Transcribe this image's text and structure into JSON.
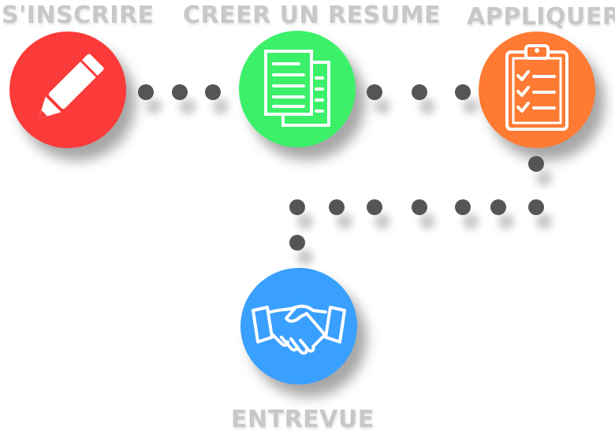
{
  "steps": {
    "register": {
      "label": "S'INSCRIRE",
      "icon": "pencil-icon",
      "color": "#fb3a3a"
    },
    "resume": {
      "label": "CREER UN RESUME",
      "icon": "documents-icon",
      "color": "#3cf06a"
    },
    "apply": {
      "label": "APPLIQUER",
      "icon": "clipboard-checklist-icon",
      "color": "#ff7a33"
    },
    "interview": {
      "label": "ENTREVUE",
      "icon": "handshake-icon",
      "color": "#3aa0ff"
    }
  },
  "connector_color": "#555555",
  "label_color": "#c8c8c8"
}
